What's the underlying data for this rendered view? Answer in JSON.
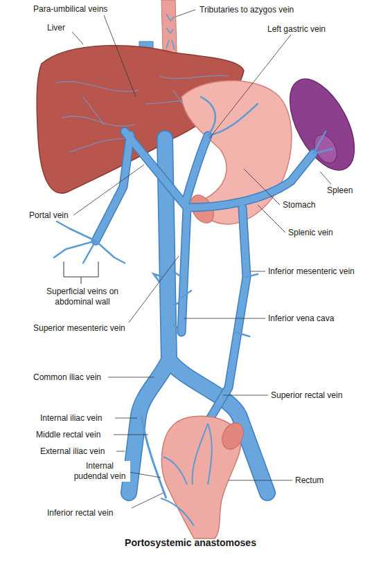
{
  "diagram": {
    "caption": "Portosystemic anastomoses",
    "labels": [
      "Para-umbilical veins",
      "Tributaries to azygos vein",
      "Liver",
      "Left gastric vein",
      "Spleen",
      "Stomach",
      "Portal vein",
      "Splenic vein",
      "Inferior mesenteric vein",
      "Superficial veins on abdominal wall",
      "Inferior vena cava",
      "Superior mesenteric vein",
      "Common iliac vein",
      "Superior rectal vein",
      "Internal iliac vein",
      "Middle rectal vein",
      "External iliac vein",
      "Internal pudendal vein",
      "Rectum",
      "Inferior rectal vein"
    ]
  }
}
